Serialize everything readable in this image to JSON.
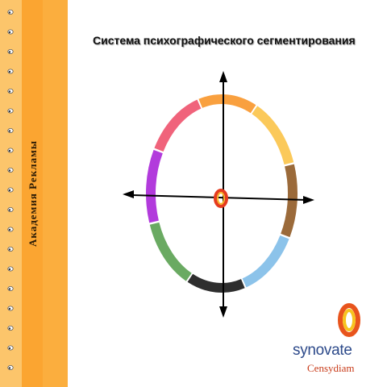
{
  "title": "Система психографического сегментирования",
  "sidebar": {
    "label": "Академия Рекламы",
    "background": "#fba531",
    "ring_count": 19
  },
  "wheel": {
    "segments": [
      {
        "name": "orange",
        "color": "#f9a03f"
      },
      {
        "name": "yellow",
        "color": "#fbc95a"
      },
      {
        "name": "brown",
        "color": "#9b6a3a"
      },
      {
        "name": "light-blue",
        "color": "#8cc3ea"
      },
      {
        "name": "black",
        "color": "#2e2e2e"
      },
      {
        "name": "green",
        "color": "#6aaa62"
      },
      {
        "name": "purple",
        "color": "#b23bdc"
      },
      {
        "name": "pink",
        "color": "#f0637b"
      }
    ],
    "center_ring": {
      "outer": "#e53b1f",
      "inner": "#f7b52a"
    },
    "axes_color": "#000000"
  },
  "logo": {
    "wordmark": "synovate",
    "subtitle": "Censydiam",
    "icon": "censydiam-ring-icon",
    "ring_outer": "#e8541c",
    "ring_inner": "#f7c31f"
  }
}
